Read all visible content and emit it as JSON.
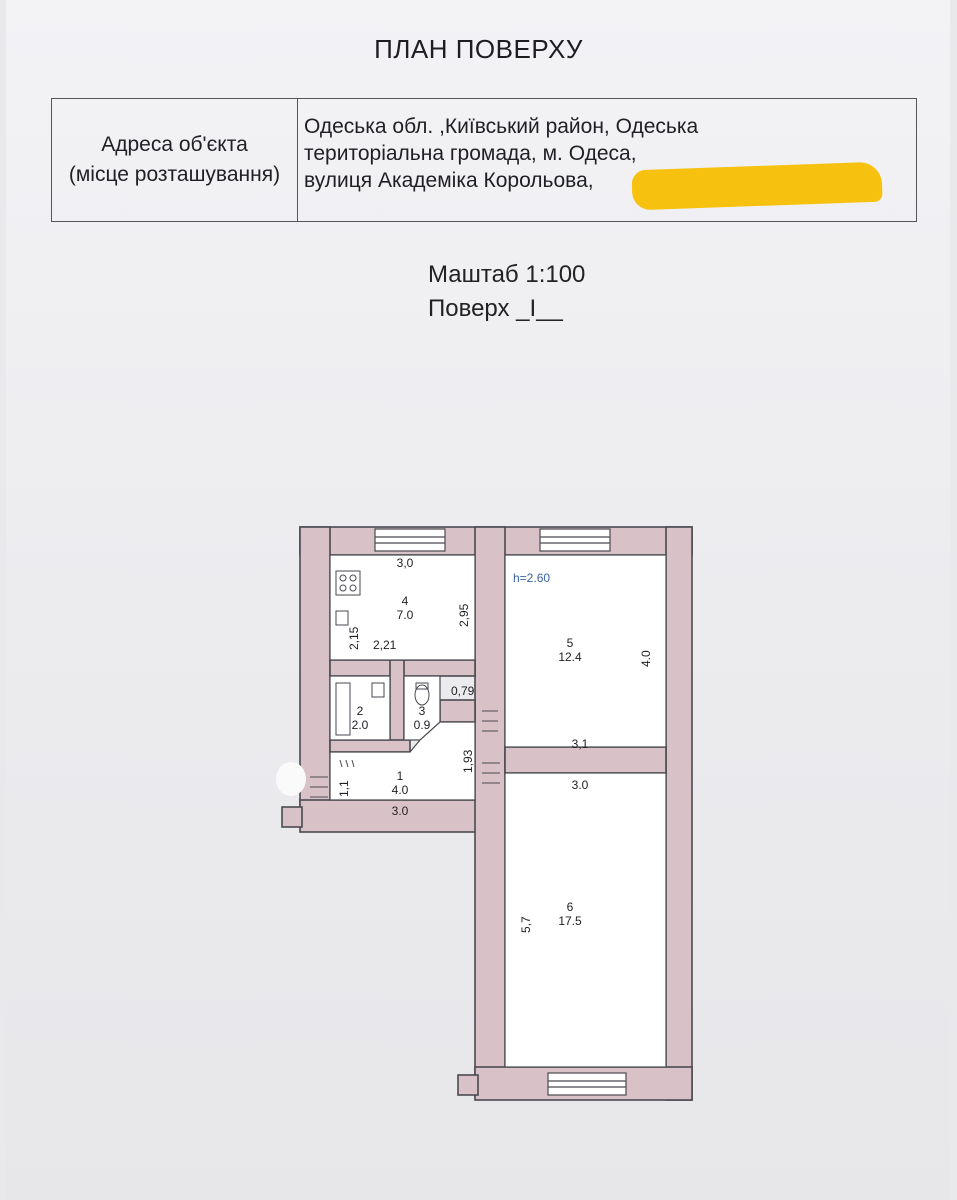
{
  "document": {
    "title": "ПЛАН ПОВЕРХУ",
    "address": {
      "label_lines": [
        "Адреса об'єкта",
        "(місце розташування)"
      ],
      "value_lines": [
        "Одеська обл. ,Київський район, Одеська",
        "територіальна громада, м. Одеса,",
        "вулиця Академіка Корольова,"
      ]
    },
    "scale": "Маштаб 1:100",
    "floor": "Поверх _I__"
  },
  "plan": {
    "height_label": "h=2.60",
    "rooms": [
      {
        "number": "1",
        "area": "4.0"
      },
      {
        "number": "2",
        "area": "2.0"
      },
      {
        "number": "3",
        "area": "0.9"
      },
      {
        "number": "4",
        "area": "7.0"
      },
      {
        "number": "5",
        "area": "12.4"
      },
      {
        "number": "6",
        "area": "17.5"
      }
    ],
    "dimensions": [
      "3,0",
      "2,95",
      "2,15",
      "2,21",
      "0,79",
      "1,93",
      "1,1",
      "3.0",
      "3,1",
      "4.0",
      "3.0",
      "5,7"
    ]
  },
  "colors": {
    "wall": "#d9c2c7",
    "wall_edge": "#4a4a50",
    "redaction": "#f6c20f",
    "ink": "#1f1f24",
    "height_label": "#3a63a8"
  }
}
